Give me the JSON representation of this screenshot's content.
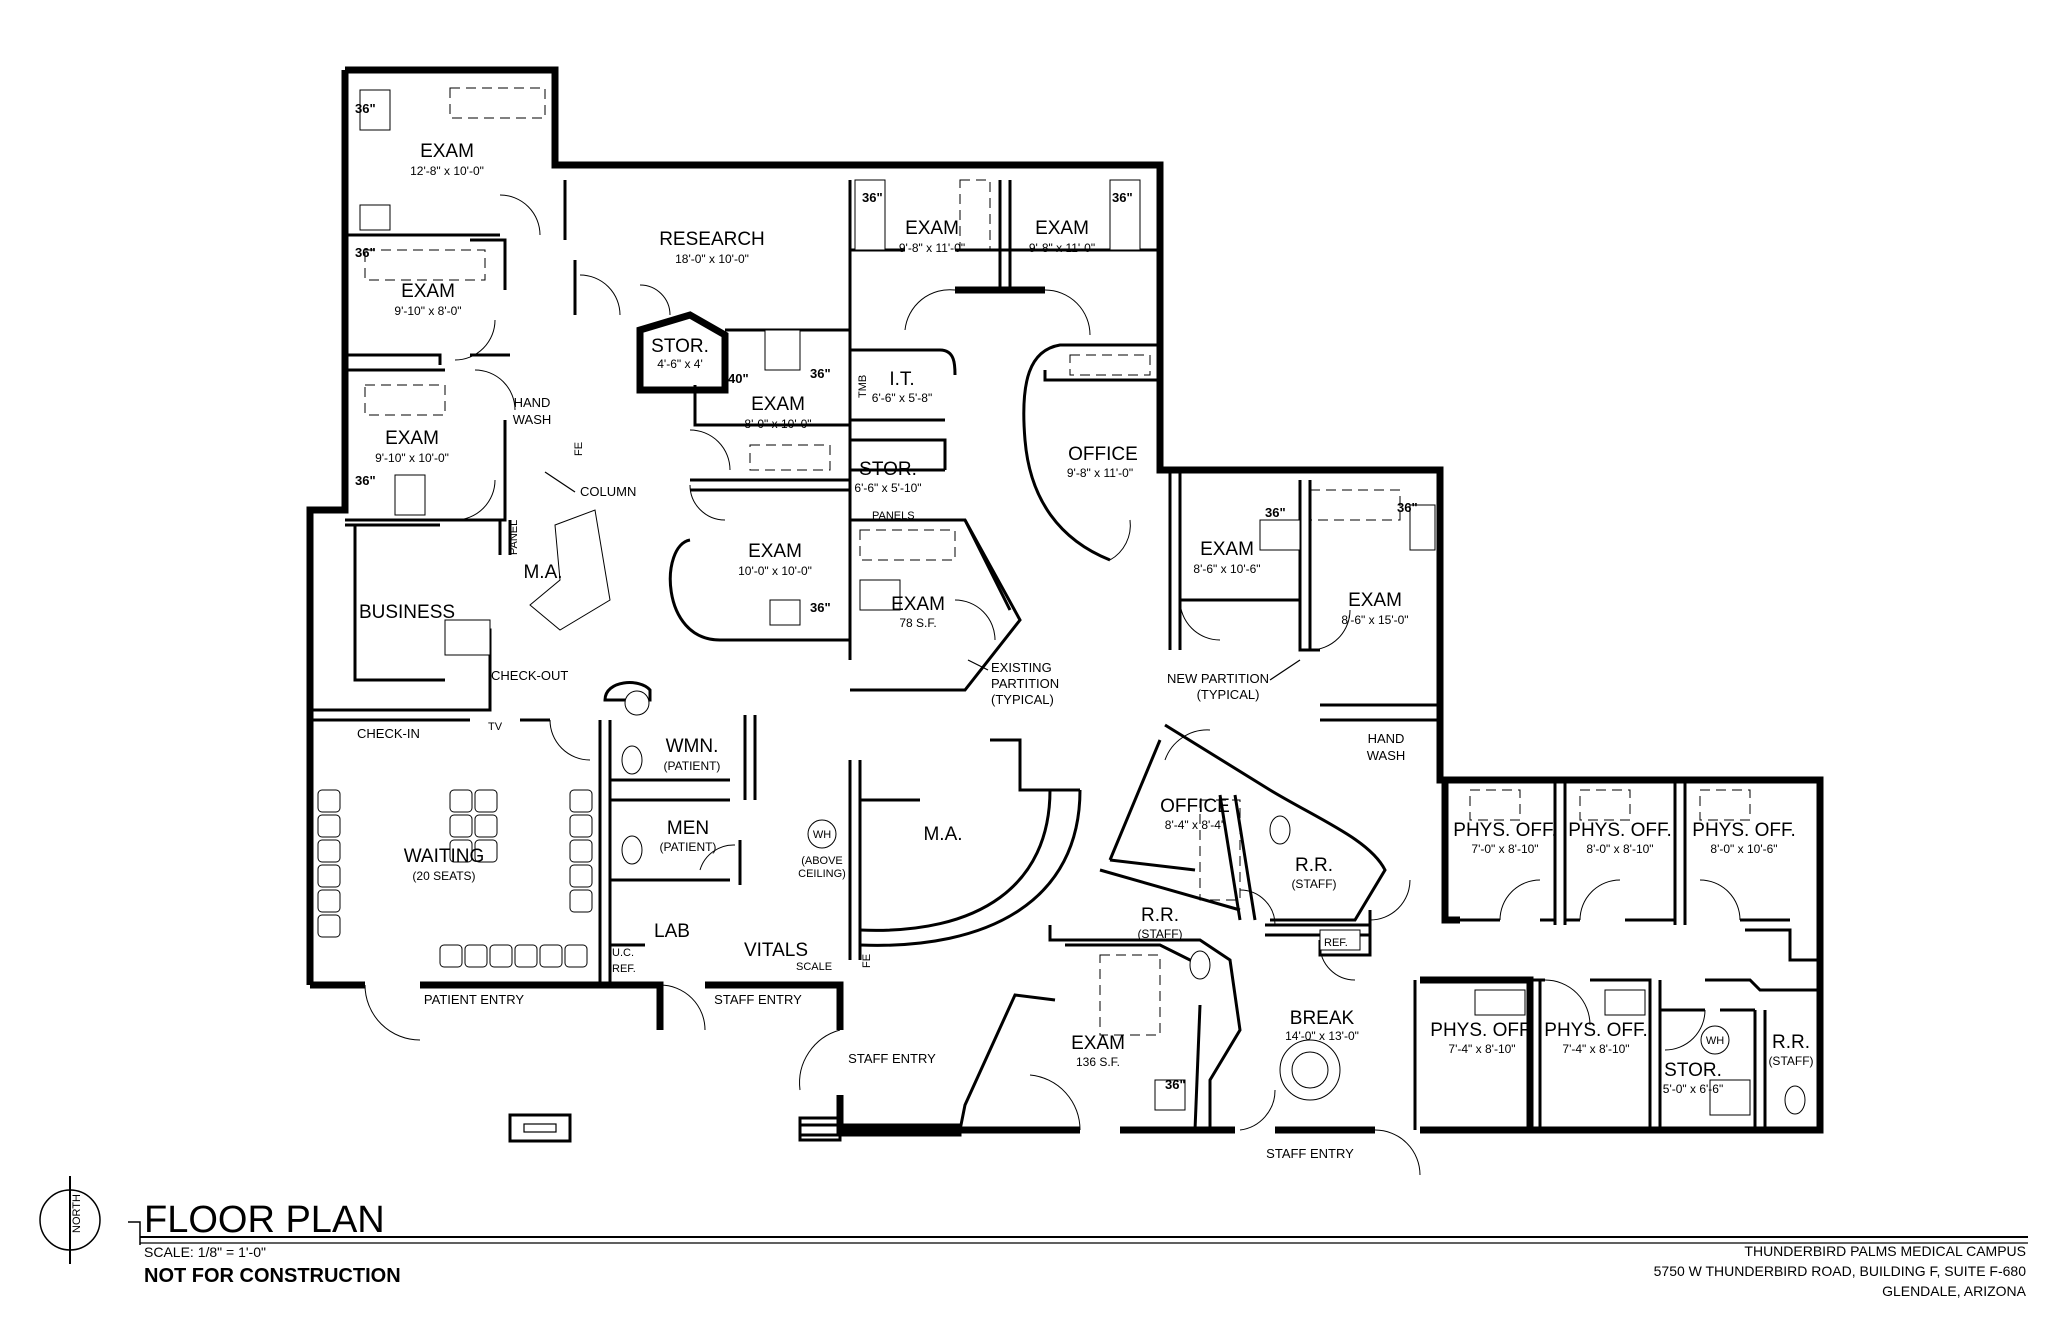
{
  "rooms": {
    "exam_nw": {
      "name": "EXAM",
      "dims": "12'-8\" x 10'-0\""
    },
    "exam_w2": {
      "name": "EXAM",
      "dims": "9'-10\" x 8'-0\""
    },
    "exam_w3": {
      "name": "EXAM",
      "dims": "9'-10\" x 10'-0\""
    },
    "research": {
      "name": "RESEARCH",
      "dims": "18'-0\" x 10'-0\""
    },
    "stor_small": {
      "name": "STOR.",
      "dims": "4'-6\" x 4'"
    },
    "exam_mid": {
      "name": "EXAM",
      "dims": "8'-0\" x 10'-0\""
    },
    "exam_top1": {
      "name": "EXAM",
      "dims": "9'-8\" x 11'-0\""
    },
    "exam_top2": {
      "name": "EXAM",
      "dims": "9'-8\" x 11'-0\""
    },
    "it": {
      "name": "I.T.",
      "dims": "6'-6\" x 5'-8\""
    },
    "stor_mid": {
      "name": "STOR.",
      "dims": "6'-6\" x 5'-10\""
    },
    "office_top": {
      "name": "OFFICE",
      "dims": "9'-8\" x 11'-0\""
    },
    "exam_c1": {
      "name": "EXAM",
      "dims": "10'-0\" x 10'-0\""
    },
    "exam_78": {
      "name": "EXAM",
      "dims": "78 S.F."
    },
    "exam_e1": {
      "name": "EXAM",
      "dims": "8'-6\" x 10'-6\""
    },
    "exam_e2": {
      "name": "EXAM",
      "dims": "8'-6\" x 15'-0\""
    },
    "business": {
      "name": "BUSINESS"
    },
    "ma_top": {
      "name": "M.A."
    },
    "wmn": {
      "name": "WMN.",
      "sub": "(PATIENT)"
    },
    "men": {
      "name": "MEN",
      "sub": "(PATIENT)"
    },
    "waiting": {
      "name": "WAITING",
      "sub": "(20 SEATS)"
    },
    "lab": {
      "name": "LAB"
    },
    "vitals": {
      "name": "VITALS"
    },
    "ma_center": {
      "name": "M.A."
    },
    "office_c": {
      "name": "OFFICE",
      "dims": "8'-4\" x 8'-4\""
    },
    "rr_staff1": {
      "name": "R.R.",
      "sub": "(STAFF)"
    },
    "rr_staff2": {
      "name": "R.R.",
      "sub": "(STAFF)"
    },
    "exam_136": {
      "name": "EXAM",
      "dims": "136 S.F."
    },
    "break": {
      "name": "BREAK",
      "dims": "14'-0\" x 13'-0\""
    },
    "phys1": {
      "name": "PHYS. OFF.",
      "dims": "7'-0\" x 8'-10\""
    },
    "phys2": {
      "name": "PHYS. OFF.",
      "dims": "8'-0\" x 8'-10\""
    },
    "phys3": {
      "name": "PHYS. OFF.",
      "dims": "8'-0\" x 10'-6\""
    },
    "phys4": {
      "name": "PHYS. OFF.",
      "dims": "7'-4\" x 8'-10\""
    },
    "phys5": {
      "name": "PHYS. OFF.",
      "dims": "7'-4\" x 8'-10\""
    },
    "stor_se": {
      "name": "STOR.",
      "dims": "5'-0\" x 6'-6\""
    },
    "rr_staff3": {
      "name": "R.R.",
      "sub": "(STAFF)"
    }
  },
  "labels": {
    "hand_wash_1": "HAND",
    "hand_wash_1b": "WASH",
    "hand_wash_2": "HAND",
    "hand_wash_2b": "WASH",
    "column": "COLUMN",
    "panel": "PANEL",
    "panels": "PANELS",
    "fe1": "FE",
    "fe2": "FE",
    "tmb": "TMB",
    "check_out": "CHECK-OUT",
    "check_in": "CHECK-IN",
    "tv": "TV",
    "existing_partition_1": "EXISTING",
    "existing_partition_2": "PARTITION",
    "existing_partition_3": "(TYPICAL)",
    "new_partition_1": "NEW PARTITION",
    "new_partition_2": "(TYPICAL)",
    "wh1": "WH",
    "wh_above_1": "(ABOVE",
    "wh_above_2": "CEILING)",
    "wh2": "WH",
    "uc": "U.C.",
    "ref1": "REF.",
    "ref2": "REF.",
    "scale_label": "SCALE",
    "patient_entry": "PATIENT ENTRY",
    "staff_entry_1": "STAFF ENTRY",
    "staff_entry_2": "STAFF ENTRY",
    "staff_entry_3": "STAFF ENTRY",
    "dim_36": "36\"",
    "dim_40": "40\""
  },
  "title_block": {
    "north": "NORTH",
    "title": "FLOOR PLAN",
    "scale": "SCALE: 1/8\" = 1'-0\"",
    "note": "NOT FOR CONSTRUCTION",
    "project": "THUNDERBIRD PALMS MEDICAL CAMPUS",
    "address": "5750 W THUNDERBIRD ROAD, BUILDING F, SUITE F-680",
    "city": "GLENDALE, ARIZONA"
  }
}
